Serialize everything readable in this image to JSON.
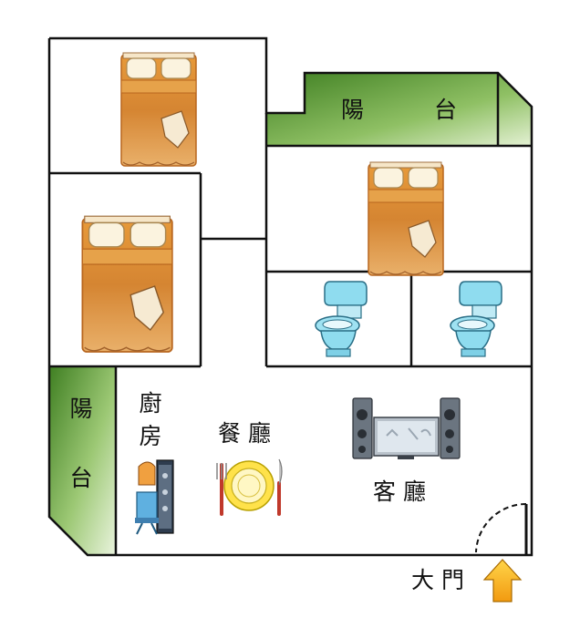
{
  "floorplan": {
    "rooms": {
      "balcony_top": {
        "char1": "陽",
        "char2": "台"
      },
      "balcony_left": {
        "char1": "陽",
        "char2": "台"
      },
      "kitchen": {
        "char1": "廚",
        "char2": "房"
      },
      "dining": {
        "label": "餐 廳"
      },
      "living": {
        "label": "客 廳"
      },
      "entrance": {
        "label": "大 門"
      }
    },
    "icons": [
      "bed-icon",
      "bed-icon",
      "bed-icon",
      "toilet-icon",
      "toilet-icon",
      "stove-icon",
      "dining-plate-icon",
      "tv-stereo-icon",
      "up-arrow-icon",
      "door-swing-icon"
    ],
    "colors": {
      "wall": "#111111",
      "balcony_green": "#4a8a2a",
      "balcony_light": "#c6e0a8",
      "bed_orange": "#d98a2e",
      "toilet_blue": "#7fd3e8",
      "arrow_yellow": "#f5b820"
    }
  }
}
